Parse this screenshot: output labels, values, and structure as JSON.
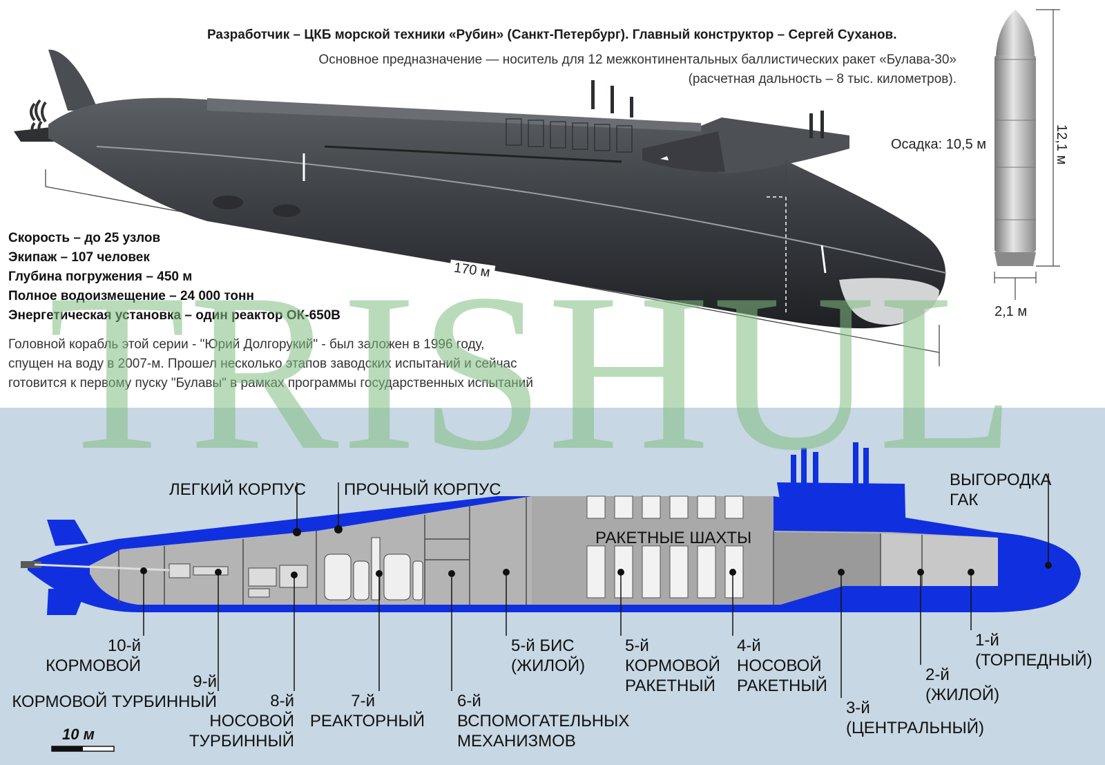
{
  "header": {
    "developer": "Разработчик – ЦКБ морской техники «Рубин» (Санкт-Петербург). Главный конструктор – Сергей Суханов.",
    "purpose_line1": "Основное предназначение — носитель для 12 межконтинентальных баллистических ракет «Булава-30»",
    "purpose_line2": "(расчетная дальность – 8 тыс. километров)."
  },
  "dimensions": {
    "draft": "Осадка: 10,5 м",
    "length": "170 м",
    "missile_height": "12,1 м",
    "missile_diameter": "2,1 м"
  },
  "specs": [
    "Скорость – до 25 узлов",
    "Экипаж – 107 человек",
    "Глубина погружения – 450 м",
    "Полное водоизмещение – 24 000 тонн",
    "Энергетическая установка – один реактор ОК-650В"
  ],
  "description": [
    "Головной корабль этой серии - \"Юрий Долгорукий\" - был заложен в 1996 году,",
    "спущен на воду в 2007-м. Прошел несколько этапов заводских испытаний и сейчас",
    "готовится к первому пуску \"Булавы\" в рамках программы государственных испытаний"
  ],
  "watermark": "TRISHUL",
  "cutaway": {
    "light_hull": "ЛЕГКИЙ КОРПУС",
    "pressure_hull": "ПРОЧНЫЙ КОРПУС",
    "missile_silos": "РАКЕТНЫЕ ШАХТЫ",
    "sonar": [
      "ВЫГОРОДКА",
      "ГАК"
    ],
    "compartments": {
      "c10": [
        "10-й",
        "КОРМОВОЙ"
      ],
      "c9": [
        "9-й",
        "КОРМОВОЙ ТУРБИННЫЙ"
      ],
      "c8": [
        "8-й",
        "НОСОВОЙ",
        "ТУРБИННЫЙ"
      ],
      "c7": [
        "7-й",
        "РЕАКТОРНЫЙ"
      ],
      "c6": [
        "6-й",
        "ВСПОМОГАТЕЛЬНЫХ",
        "МЕХАНИЗМОВ"
      ],
      "c5b": [
        "5-й БИС",
        "(ЖИЛОЙ)"
      ],
      "c5": [
        "5-й",
        "КОРМОВОЙ",
        "РАКЕТНЫЙ"
      ],
      "c4": [
        "4-й",
        "НОСОВОЙ",
        "РАКЕТНЫЙ"
      ],
      "c3": [
        "3-й",
        "(ЦЕНТРАЛЬНЫЙ)"
      ],
      "c2": [
        "2-й",
        "(ЖИЛОЙ)"
      ],
      "c1": [
        "1-й",
        "(ТОРПЕДНЫЙ)"
      ]
    },
    "scale": "10 м"
  },
  "colors": {
    "hull_blue": "#1030e0",
    "hull_gray": "#a8a8a8",
    "background_blue": "#c7d7e3",
    "sub_dark": "#3a3c40"
  }
}
